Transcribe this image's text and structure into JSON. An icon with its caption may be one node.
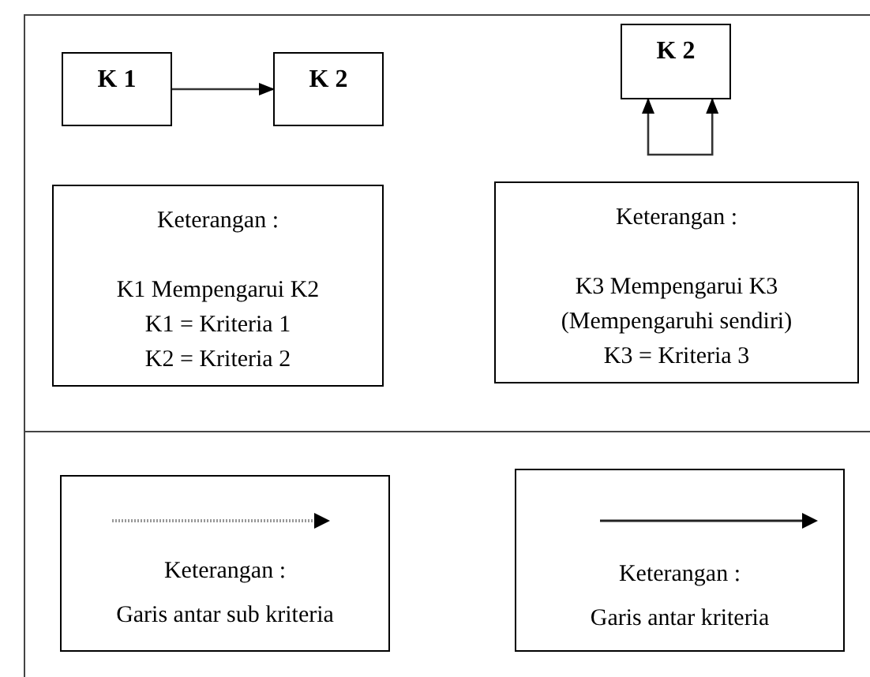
{
  "diagram": {
    "nodes": [
      {
        "text": [
          "K 1"
        ]
      },
      {
        "text": [
          "K 2"
        ]
      },
      {
        "text": [
          "K 2"
        ]
      },
      {
        "text": [
          "Keterangan :",
          "K1 Mempengarui K2",
          "K1 = Kriteria 1",
          "K2 = Kriteria 2"
        ]
      },
      {
        "text": [
          "Keterangan :",
          "K3 Mempengarui K3",
          "(Mempengaruhi sendiri)",
          "K3 = Kriteria 3"
        ]
      },
      {
        "text": [
          "Keterangan :",
          "Garis antar sub kriteria"
        ]
      },
      {
        "text": [
          "Keterangan :",
          "Garis antar kriteria"
        ]
      }
    ],
    "edges": [
      {
        "from": 0,
        "to": 1,
        "arrow": "to"
      },
      {
        "from": 2,
        "to": 2,
        "arrow": "both"
      }
    ]
  }
}
